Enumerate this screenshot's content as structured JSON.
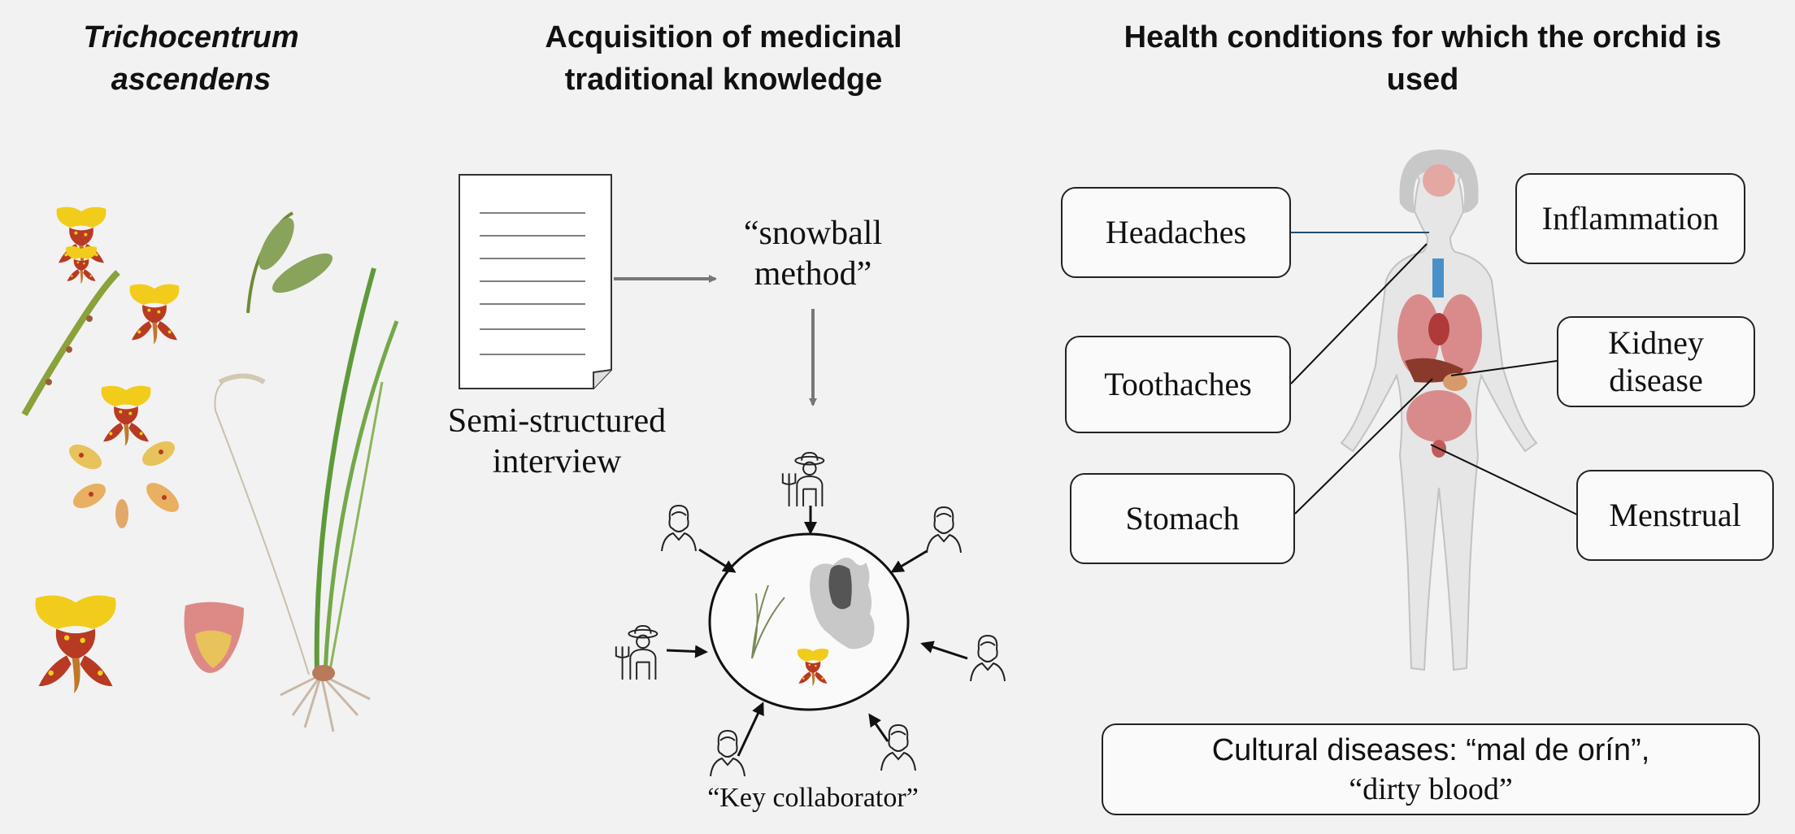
{
  "panel1": {
    "title_line1": "Trichocentrum",
    "title_line2": "ascendens"
  },
  "panel2": {
    "title_line1": "Acquisition of medicinal",
    "title_line2": "traditional knowledge",
    "interview_line1": "Semi-structured",
    "interview_line2": "interview",
    "snowball_line1": "“snowball",
    "snowball_line2": "method”",
    "collaborator": "“Key collaborator”"
  },
  "panel3": {
    "title_line1": "Health conditions for which the orchid is",
    "title_line2": "used",
    "conditions": {
      "headaches": "Headaches",
      "inflammation": "Inflammation",
      "toothaches": "Toothaches",
      "kidney_line1": "Kidney",
      "kidney_line2": "disease",
      "stomach": "Stomach",
      "menstrual": "Menstrual"
    },
    "cultural_line1": "Cultural diseases:  “mal de orín”,",
    "cultural_line2": "“dirty blood”"
  },
  "colors": {
    "background": "#f2f2f2",
    "orchid_yellow": "#f2cc1a",
    "orchid_red": "#a8321e",
    "leaf_green": "#6f9a4a",
    "arrow_gray": "#777777",
    "organ_pink": "#d98b8b"
  }
}
